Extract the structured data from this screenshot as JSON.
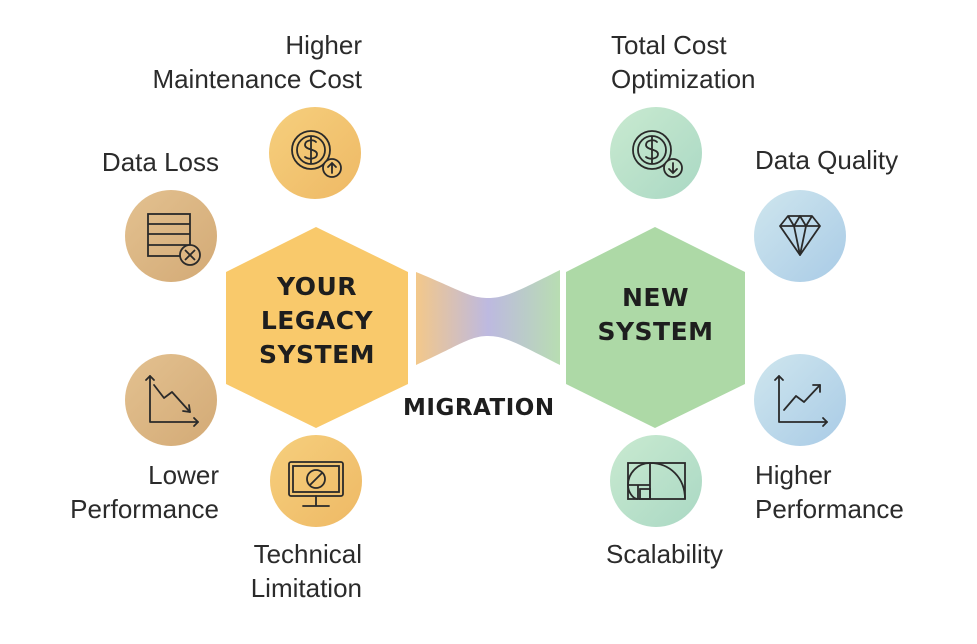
{
  "legacy": {
    "title_lines": [
      "YOUR",
      "LEGACY",
      "SYSTEM"
    ],
    "color": "#f9c96b",
    "circle_colors": {
      "gold": "#f3c572",
      "tan": "#ddb683"
    },
    "items": [
      {
        "lines": [
          "Higher",
          "Maintenance Cost"
        ],
        "icon": "dollar-up-icon"
      },
      {
        "lines": [
          "Data Loss"
        ],
        "icon": "data-table-x-icon"
      },
      {
        "lines": [
          "Lower",
          "Performance"
        ],
        "icon": "chart-down-icon"
      },
      {
        "lines": [
          "Technical",
          "Limitation"
        ],
        "icon": "monitor-blocked-icon"
      }
    ]
  },
  "new_system": {
    "title_lines": [
      "NEW",
      "SYSTEM"
    ],
    "color": "#add9a6",
    "circle_colors": {
      "green": "#bfe2c9",
      "blue": "#b9d8e7"
    },
    "items": [
      {
        "lines": [
          "Total Cost",
          "Optimization"
        ],
        "icon": "dollar-down-icon"
      },
      {
        "lines": [
          "Data Quality"
        ],
        "icon": "diamond-icon"
      },
      {
        "lines": [
          "Higher",
          "Performance"
        ],
        "icon": "chart-up-icon"
      },
      {
        "lines": [
          "Scalability"
        ],
        "icon": "golden-ratio-icon"
      }
    ]
  },
  "migration": {
    "label": "MIGRATION",
    "gradient": [
      "#f3c88a",
      "#bdb9e0",
      "#b8ddb2"
    ]
  }
}
